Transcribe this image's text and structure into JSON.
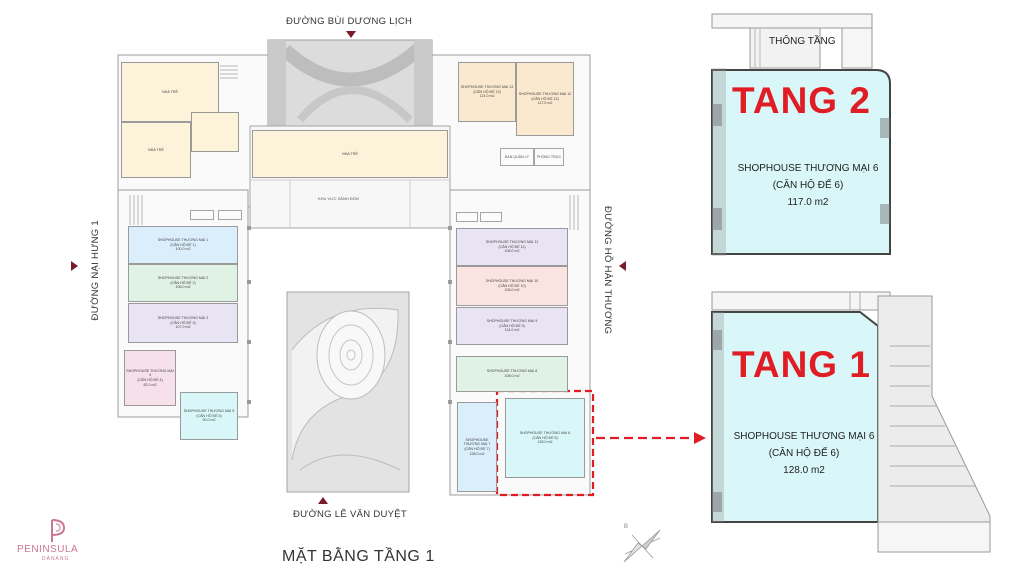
{
  "streets": {
    "north": "ĐƯỜNG BÙI DƯƠNG LỊCH",
    "south": "ĐƯỜNG LÊ VĂN DUYỆT",
    "west": "ĐƯỜNG NẠI HƯNG 1",
    "east": "ĐƯỜNG HỒ HÁN THƯƠNG"
  },
  "plan_title": "MẶT BẰNG TẦNG 1",
  "logo": {
    "name": "PENINSULA",
    "sub": "DANANG"
  },
  "plan_labels": {
    "lobby": "KHU VỰC SẢNH ĐÓN",
    "nha_tre_top": "NHÀ TRẺ",
    "nha_tre_mid": "NHÀ TRẺ",
    "nha_tre_center": "NHÀ TRẺ",
    "ban_quan_ly": "BAN QUẢN LÝ",
    "phong_truc": "PHÒNG TRỰC",
    "sp13": {
      "t": "SHOPHOUSE THƯƠNG MẠI 13",
      "s": "(CĂN HỘ ĐẾ 13)",
      "a": "121.0 m2"
    },
    "sp12": {
      "t": "SHOPHOUSE THƯƠNG MẠI 12",
      "s": "(CĂN HỘ ĐẾ 12)",
      "a": "117.0 m2"
    },
    "sp1": {
      "t": "SHOPHOUSE THƯƠNG MẠI 1",
      "s": "(CĂN HỘ ĐẾ 1)",
      "a": "100.0 m2"
    },
    "sp2": {
      "t": "SHOPHOUSE THƯƠNG MẠI 2",
      "s": "(CĂN HỘ ĐẾ 2)",
      "a": "106.0 m2"
    },
    "sp3": {
      "t": "SHOPHOUSE THƯƠNG MẠI 3",
      "s": "(CĂN HỘ ĐẾ 3)",
      "a": "107.0 m2"
    },
    "sp4": {
      "t": "SHOPHOUSE THƯƠNG MẠI 4",
      "s": "(CĂN HỘ ĐẾ 4)",
      "a": "82.0 m2"
    },
    "sp5": {
      "t": "SHOPHOUSE THƯƠNG MẠI 5",
      "s": "(CĂN HỘ ĐẾ 5)",
      "a": "90.0 m2"
    },
    "sp11": {
      "t": "SHOPHOUSE THƯƠNG MẠI 11",
      "s": "(CĂN HỘ ĐẾ 11)",
      "a": "108.0 m2"
    },
    "sp10": {
      "t": "SHOPHOUSE THƯƠNG MẠI 10",
      "s": "(CĂN HỘ ĐẾ 10)",
      "a": "108.0 m2"
    },
    "sp9": {
      "t": "SHOPHOUSE THƯƠNG MẠI 9",
      "s": "(CĂN HỘ ĐẾ 9)",
      "a": "114.0 m2"
    },
    "sp8": {
      "t": "SHOPHOUSE THƯƠNG MẠI 8",
      "s": "",
      "a": "108.0 m2"
    },
    "sp7": {
      "t": "SHOPHOUSE THƯƠNG MẠI 7",
      "s": "(CĂN HỘ ĐẾ 7)",
      "a": "128.0 m2"
    },
    "sp6": {
      "t": "SHOPHOUSE THƯƠNG MẠI 6",
      "s": "(CĂN HỘ ĐẾ 6)",
      "a": "128.0 m2"
    }
  },
  "tang2": {
    "title": "TANG 2",
    "thong_tang": "THÔNG TẦNG",
    "room_name": "SHOPHOUSE THƯƠNG MẠI 6",
    "room_sub": "(CĂN HỘ ĐẾ 6)",
    "area": "117.0 m2"
  },
  "tang1": {
    "title": "TANG 1",
    "room_name": "SHOPHOUSE THƯƠNG MẠI 6",
    "room_sub": "(CĂN HỘ ĐẾ 6)",
    "area": "128.0 m2"
  },
  "colors": {
    "highlight_red": "#e01d24",
    "accent_maroon": "#7a1b2b",
    "room_cyan": "#d9f7f8",
    "unit_blue": "#dbeefb",
    "unit_green": "#e0f2e3",
    "unit_lavender": "#e9e4f3",
    "unit_pink": "#f6e0ea",
    "unit_salmon": "#fbe3e1",
    "unit_yellow": "#fcf3da",
    "unit_peach": "#fae8cf"
  },
  "icons": [
    "compass-icon",
    "arrow-right-icon"
  ]
}
